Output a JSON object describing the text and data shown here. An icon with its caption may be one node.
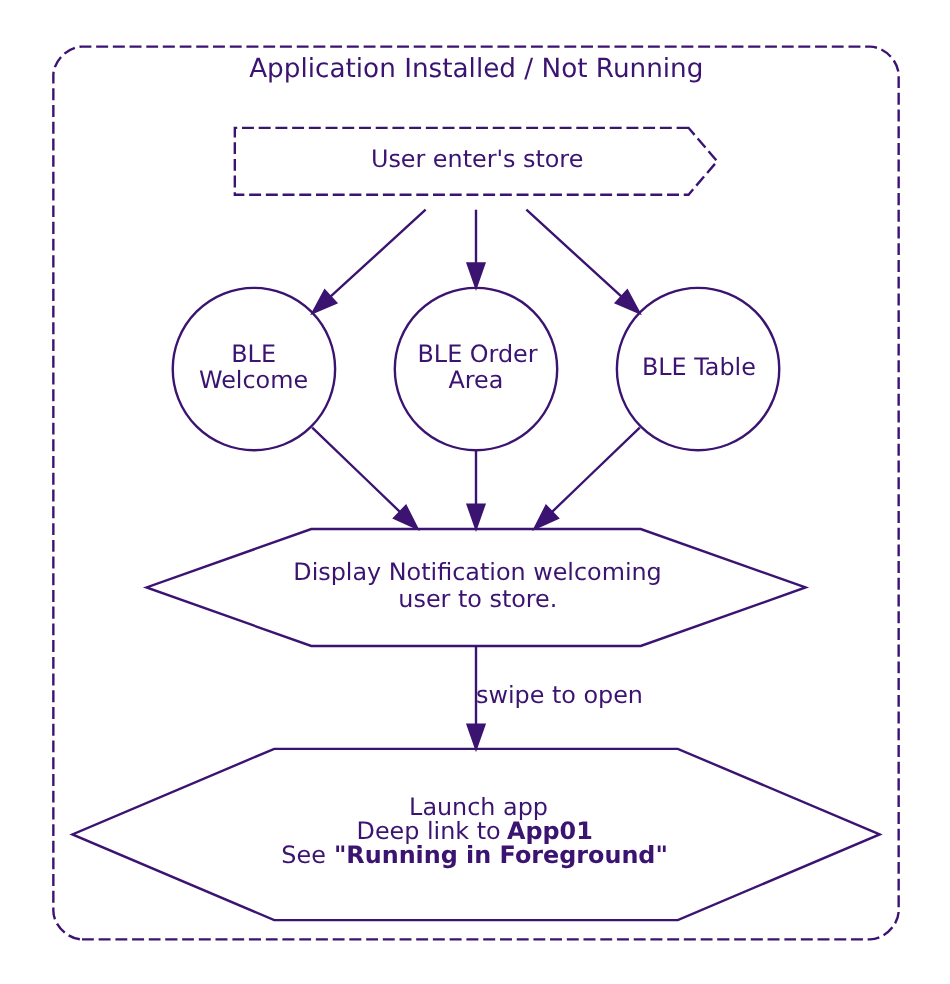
{
  "diagram": {
    "nodes": [
      {
        "text": [
          "Application Installed / Not Running"
        ]
      },
      {
        "text": [
          "User enter's store"
        ],
        "in": 0
      },
      {
        "text": [
          "BLE Welcome"
        ],
        "in": 0
      },
      {
        "text": [
          "BLE Order Area"
        ],
        "in": 0
      },
      {
        "text": [
          "BLE Table"
        ],
        "in": 0
      },
      {
        "text": [
          "Display Notification welcoming user to store."
        ],
        "in": 0
      },
      {
        "text": [
          "Launch app",
          "Deep link to **App01**",
          "See **\"Running in Foreground\"**"
        ],
        "in": 0
      }
    ],
    "edges": [
      {
        "from": 1,
        "to": 2,
        "arrow": "to"
      },
      {
        "from": 1,
        "to": 3,
        "arrow": "to"
      },
      {
        "from": 1,
        "to": 4,
        "arrow": "to"
      },
      {
        "from": 2,
        "to": 5,
        "arrow": "to"
      },
      {
        "from": 3,
        "to": 5,
        "arrow": "to"
      },
      {
        "from": 4,
        "to": 5,
        "arrow": "to"
      },
      {
        "from": 5,
        "to": 6,
        "arrow": "to",
        "label": "swipe to open"
      }
    ]
  }
}
